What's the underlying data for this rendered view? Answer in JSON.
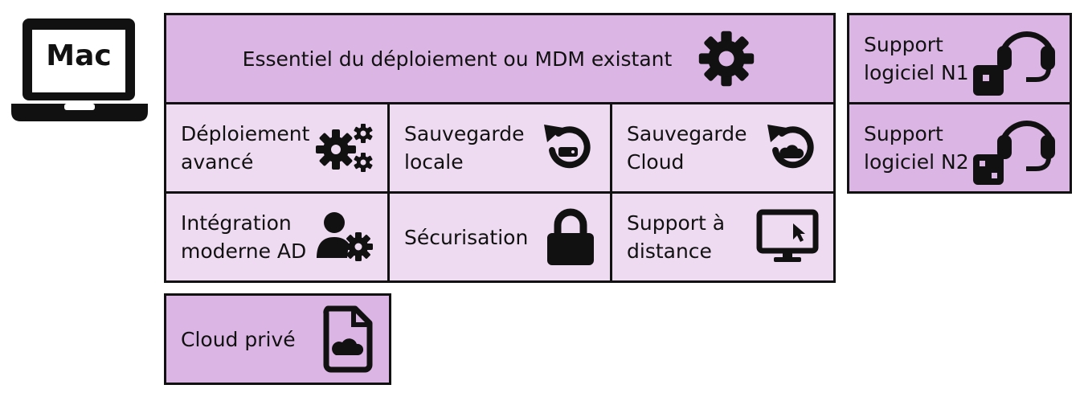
{
  "device": {
    "label": "Mac"
  },
  "main": {
    "title": "Essentiel du déploiement ou MDM existant",
    "tiles": [
      {
        "label": "Déploiement\navancé"
      },
      {
        "label": "Sauvegarde\nlocale"
      },
      {
        "label": "Sauvegarde\nCloud"
      },
      {
        "label": "Intégration\nmoderne AD"
      },
      {
        "label": "Sécurisation"
      },
      {
        "label": "Support à\ndistance"
      }
    ]
  },
  "cloud": {
    "label": "Cloud privé"
  },
  "support": [
    {
      "label": "Support\nlogiciel N1"
    },
    {
      "label": "Support\nlogiciel N2"
    }
  ],
  "colors": {
    "dark": "#dbb5e3",
    "light": "#eedaf1",
    "stroke": "#111111"
  }
}
